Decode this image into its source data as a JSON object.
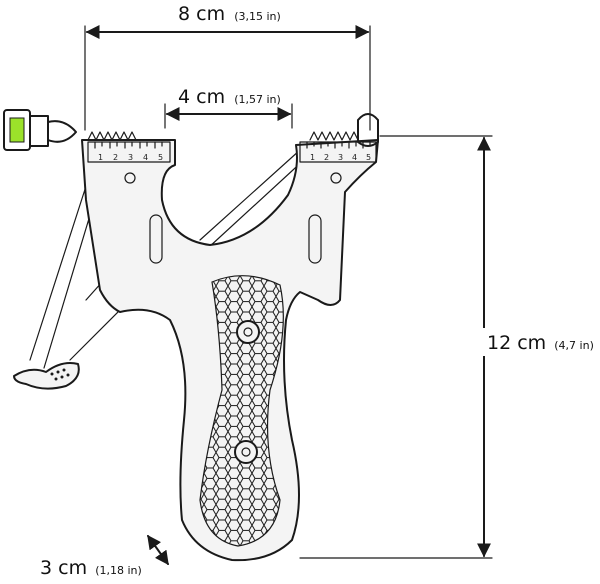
{
  "dimensions": {
    "width_top": {
      "main": "8 cm",
      "sub": "(3,15 in)"
    },
    "fork_gap": {
      "main": "4 cm",
      "sub": "(1,57 in)"
    },
    "height": {
      "main": "12 cm",
      "sub": "(4,7 in)"
    },
    "thickness": {
      "main": "3 cm",
      "sub": "(1,18 in)"
    }
  },
  "ruler_ticks_left": [
    "1",
    "2",
    "3",
    "4",
    "5"
  ],
  "ruler_ticks_right": [
    "1",
    "2",
    "3",
    "4",
    "5"
  ],
  "colors": {
    "level_accent": "#9be22a",
    "ink": "#1a1a1a"
  }
}
